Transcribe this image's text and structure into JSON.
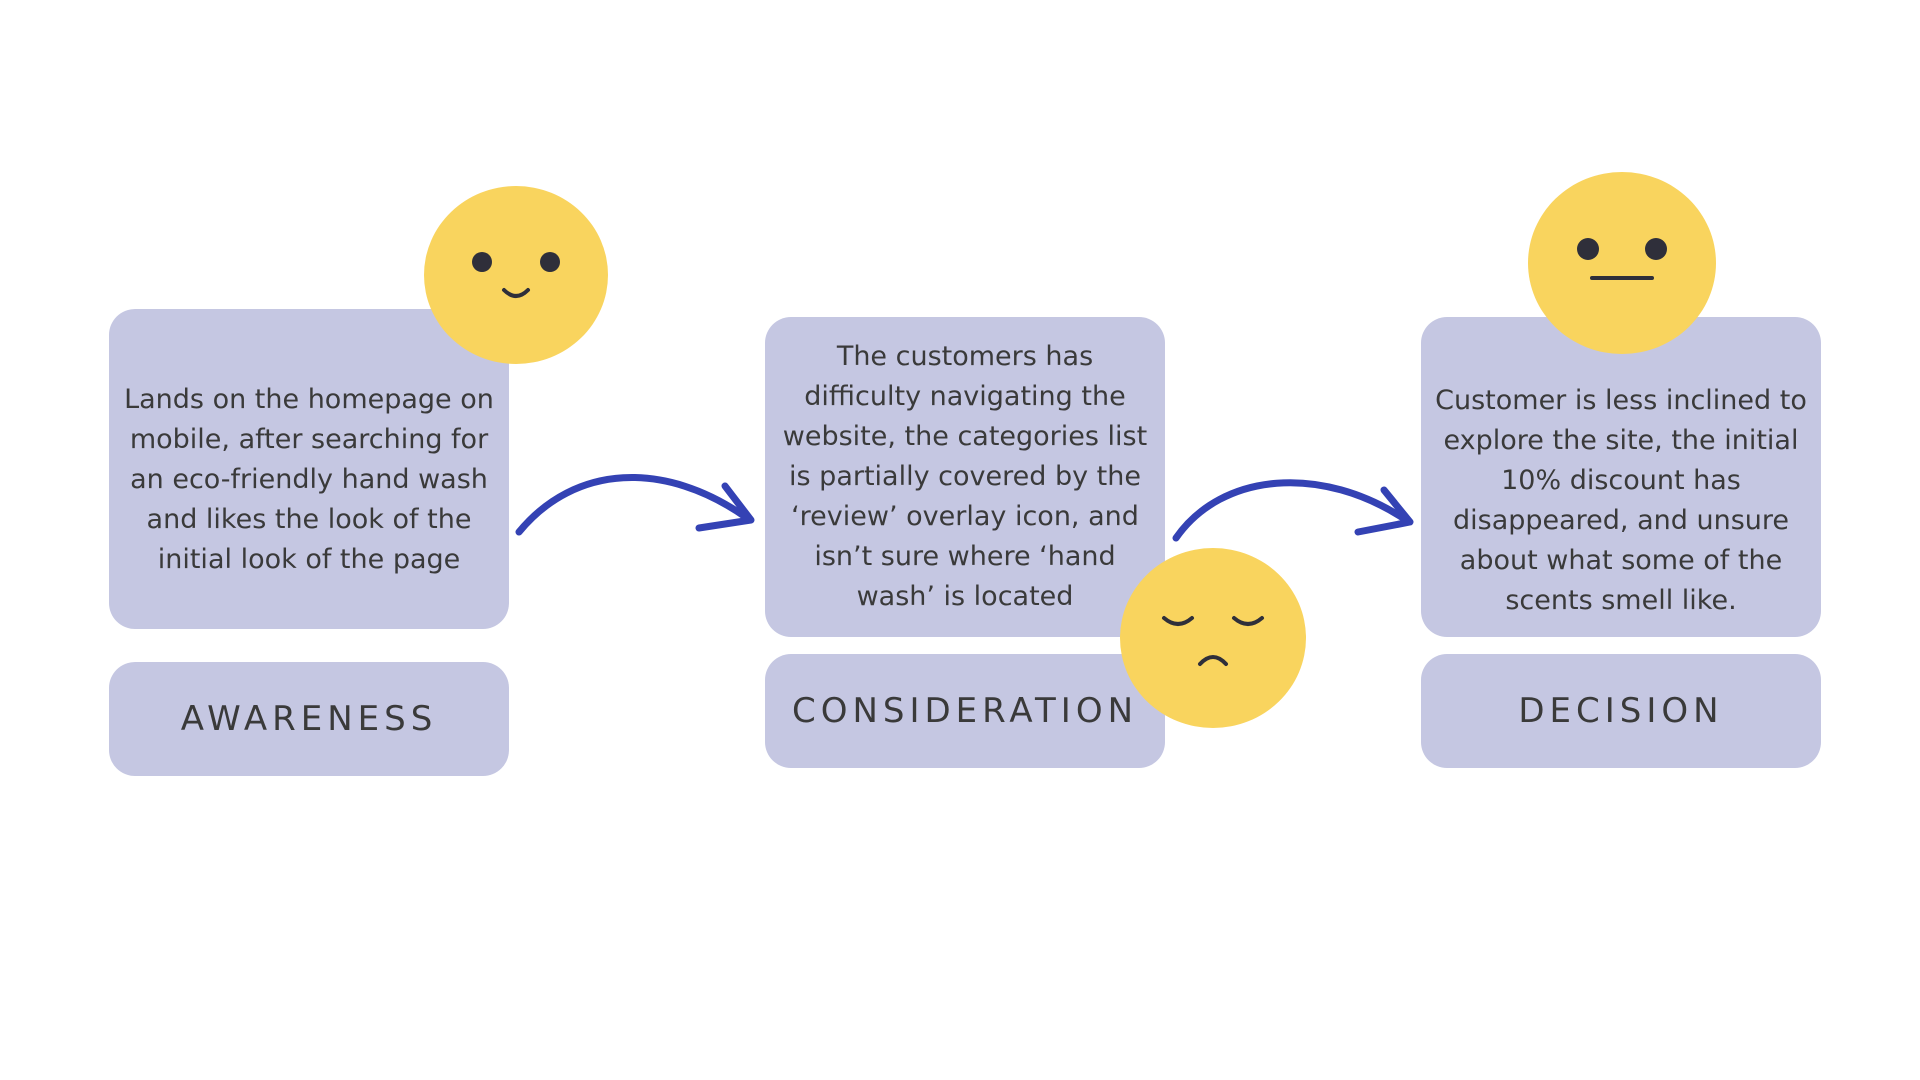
{
  "stages": [
    {
      "label": "AWARENESS",
      "description": "Lands on the homepage on mobile, after searching for an eco-friendly hand wash and likes the look of the initial look of the page",
      "emotion": "smile-face-icon"
    },
    {
      "label": "CONSIDERATION",
      "description": "The customers has difficulty navigating the website, the categories list is partially covered by the ‘review’ overlay icon, and isn’t sure where ‘hand wash’ is located",
      "emotion": "sad-face-icon"
    },
    {
      "label": "DECISION",
      "description": "Customer is less inclined to explore the site, the initial 10% discount has disappeared, and unsure about what some of the scents smell like.",
      "emotion": "neutral-face-icon"
    }
  ],
  "colors": {
    "card": "#c5c7e2",
    "face": "#f9d45e",
    "arrow": "#3442b4",
    "text": "#3a3a3a"
  }
}
